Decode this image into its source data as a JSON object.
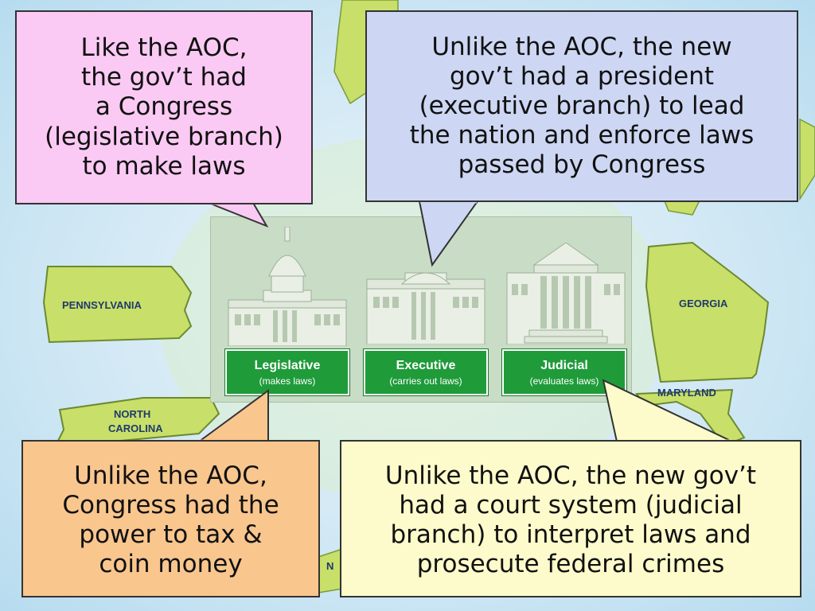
{
  "states": {
    "pennsylvania": "PENNSYLVANIA",
    "georgia": "GEORGIA",
    "north_carolina_line1": "NORTH",
    "north_carolina_line2": "CAROLINA",
    "maryland": "MARYLAND",
    "partial": "N"
  },
  "branches": [
    {
      "name": "Legislative",
      "desc": "(makes laws)"
    },
    {
      "name": "Executive",
      "desc": "(carries out laws)"
    },
    {
      "name": "Judicial",
      "desc": "(evaluates laws)"
    }
  ],
  "callouts": {
    "congress": [
      "Like the AOC,",
      "the gov’t had",
      "a Congress",
      "(legislative branch)",
      "to make laws"
    ],
    "president": [
      "Unlike the AOC, the new",
      "gov’t had a president",
      "(executive branch) to lead",
      "the nation and enforce laws",
      "passed by Congress"
    ],
    "tax": [
      "Unlike the AOC,",
      "Congress had the",
      "power to tax &",
      "coin money"
    ],
    "courts": [
      "Unlike the AOC, the new gov’t",
      "had a court system (judicial",
      "branch) to interpret laws and",
      "prosecute federal crimes"
    ]
  },
  "colors": {
    "congress_box": "#fbcaf4",
    "president_box": "#cdd7f3",
    "tax_box": "#f9c68e",
    "courts_box": "#fdfbcb",
    "branch_button": "#1f9b3a",
    "state_fill": "#c8df6a"
  }
}
